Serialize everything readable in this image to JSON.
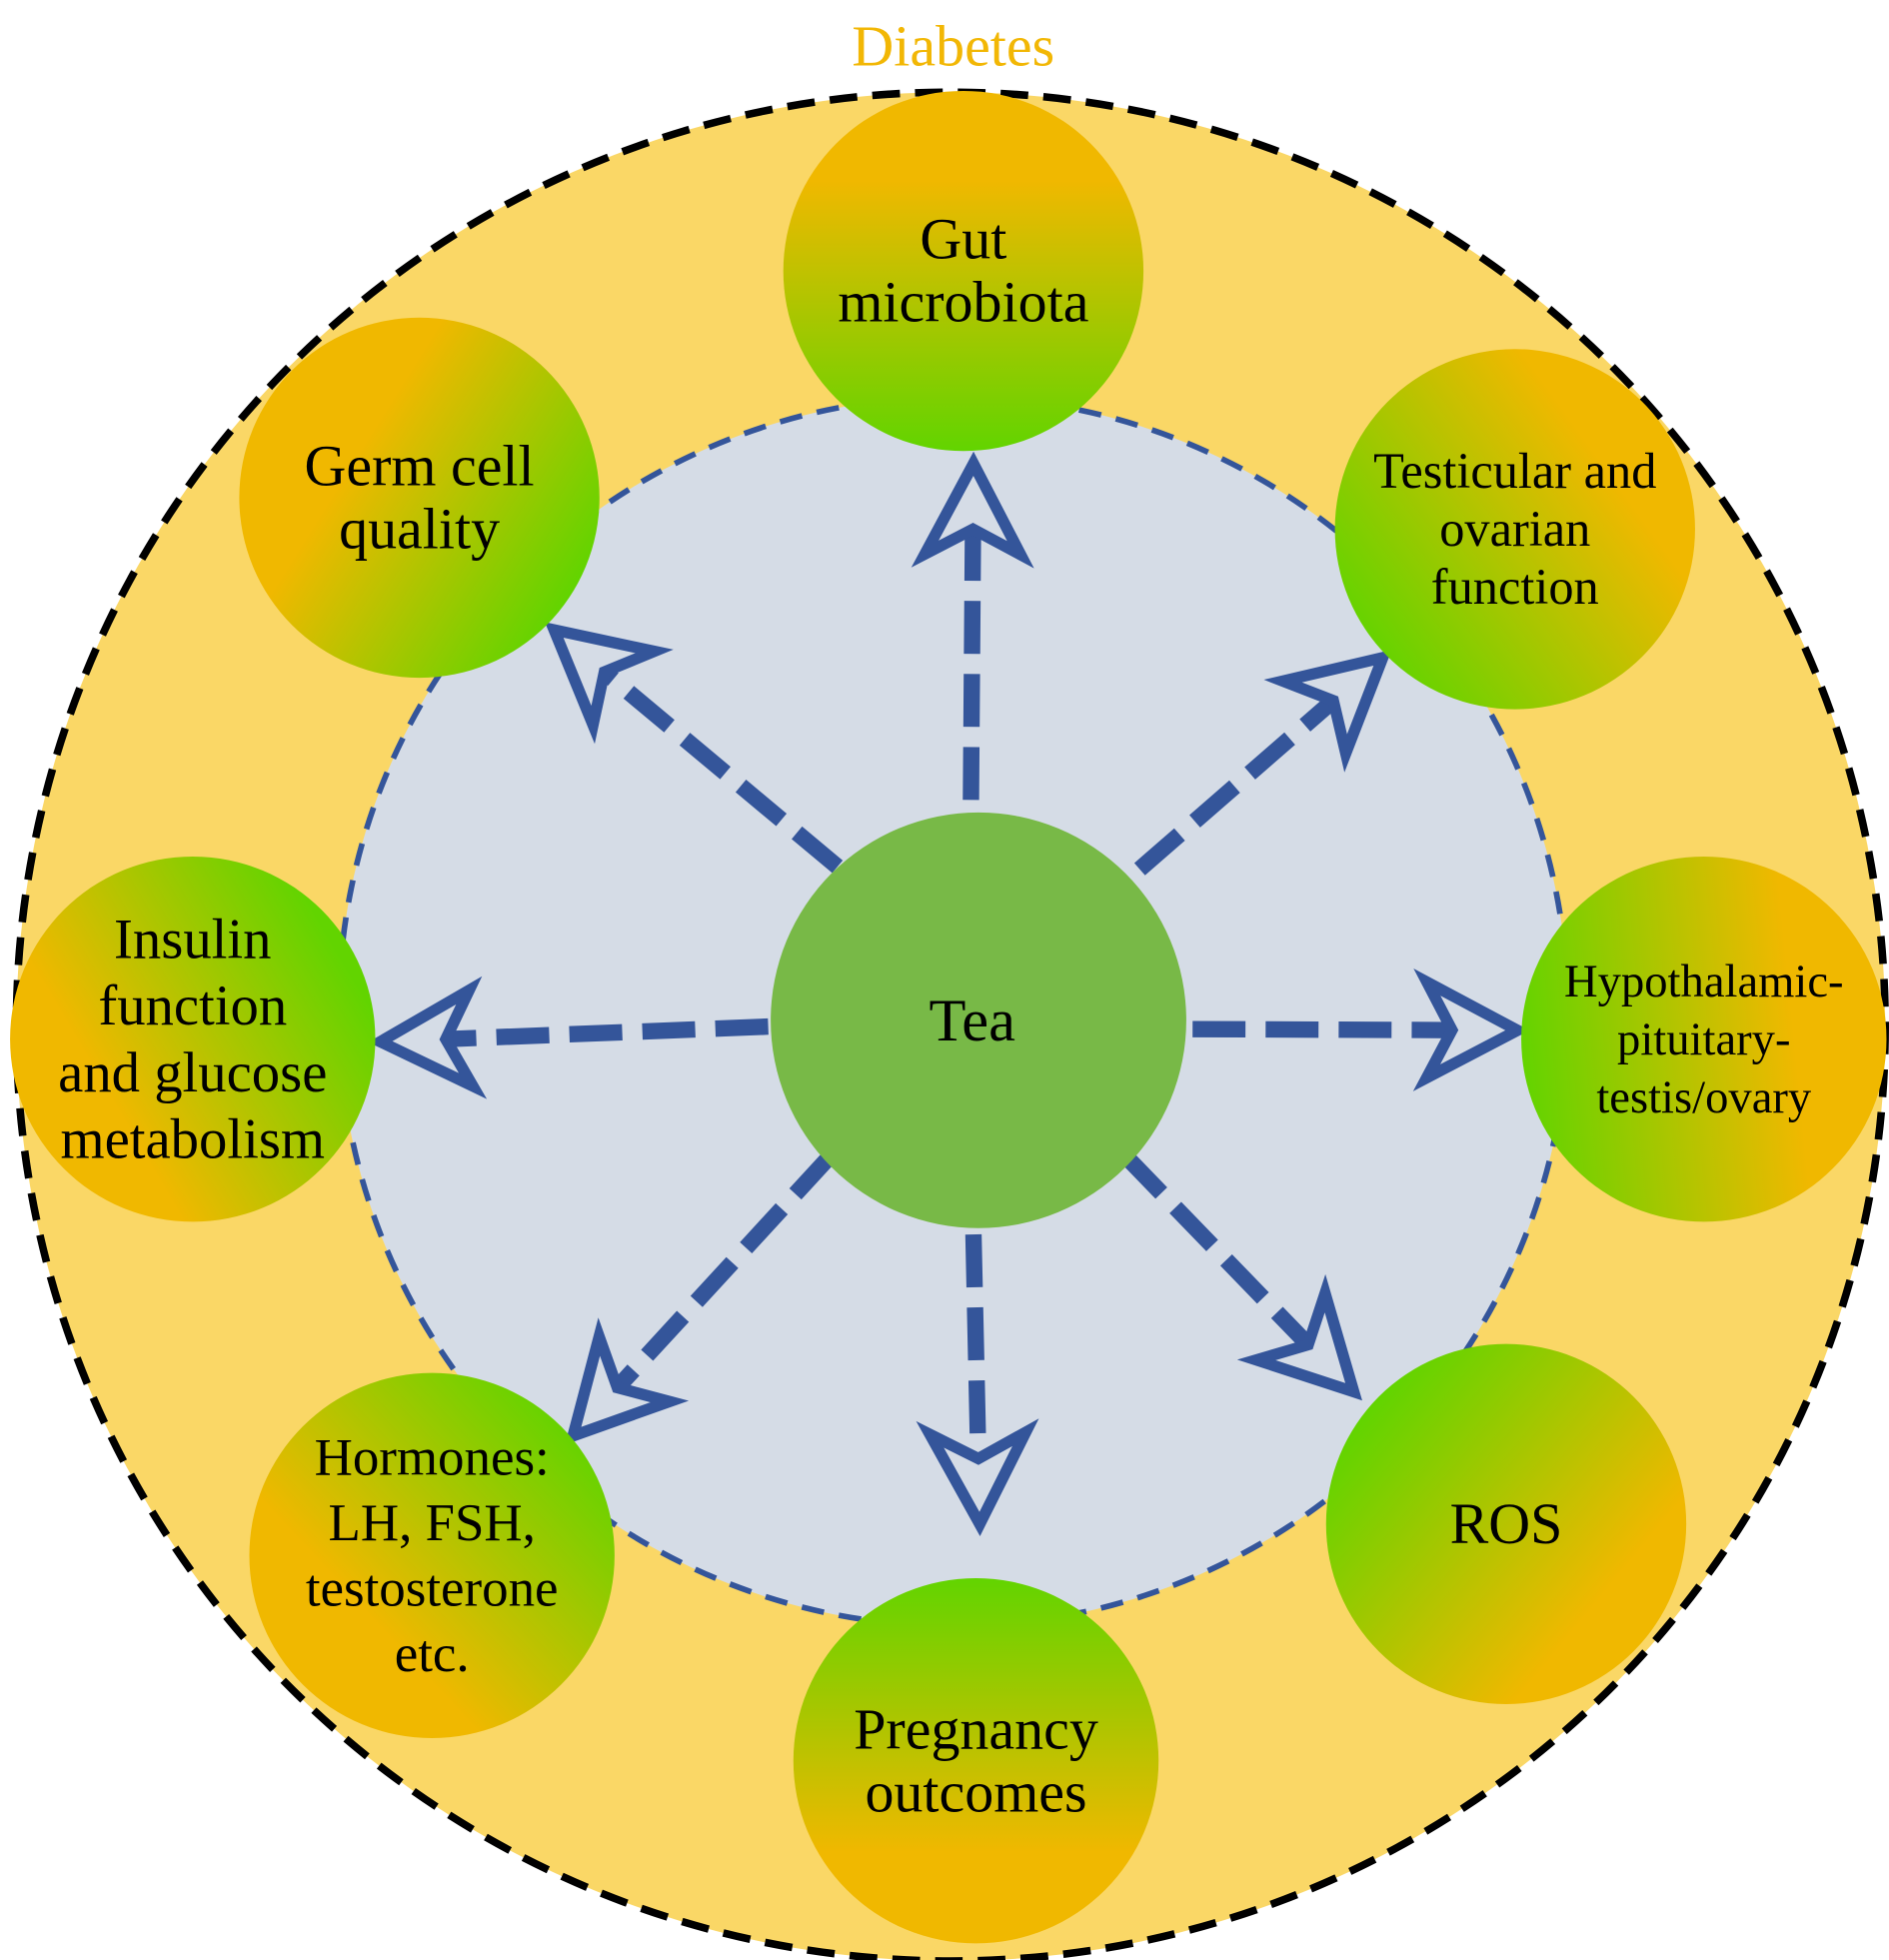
{
  "title": "Diabetes",
  "center": {
    "label": "Tea"
  },
  "nodes": [
    {
      "id": "gut",
      "lines": [
        "Gut",
        "microbiota"
      ]
    },
    {
      "id": "germ",
      "lines": [
        "Germ cell",
        "quality"
      ]
    },
    {
      "id": "testicular",
      "lines": [
        "Testicular and",
        "ovarian",
        "function"
      ]
    },
    {
      "id": "insulin",
      "lines": [
        "Insulin",
        "function",
        "and glucose",
        "metabolism"
      ]
    },
    {
      "id": "hpg",
      "lines": [
        "Hypothalamic-",
        "pituitary-",
        "testis/ovary"
      ]
    },
    {
      "id": "hormones",
      "lines": [
        "Hormones:",
        "LH, FSH,",
        "testosterone",
        "etc."
      ]
    },
    {
      "id": "ros",
      "lines": [
        "ROS"
      ]
    },
    {
      "id": "pregnancy",
      "lines": [
        "Pregnancy",
        "outcomes"
      ]
    }
  ],
  "colors": {
    "title": "#F2B705",
    "outer_fill": "#FAD766",
    "inner_fill": "#D5DCE6",
    "arrow": "#34559A",
    "tea": "#78B947",
    "orange": "#F0B800",
    "green": "#62D400"
  }
}
